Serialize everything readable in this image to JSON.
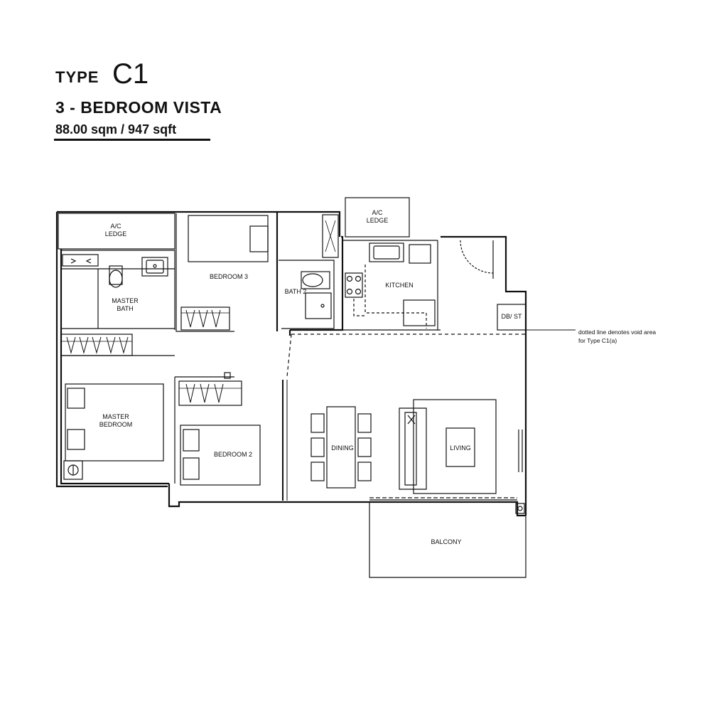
{
  "header": {
    "type_word": "TYPE",
    "type_code": "C1",
    "subtitle": "3 - BEDROOM VISTA",
    "area": "88.00 sqm / 947 sqft"
  },
  "rooms": {
    "ac_ledge_left": [
      "A/C",
      "LEDGE"
    ],
    "ac_ledge_top": [
      "A/C",
      "LEDGE"
    ],
    "master_bath": [
      "MASTER",
      "BATH"
    ],
    "bedroom_3": "BEDROOM 3",
    "bath_2": "BATH 2",
    "kitchen": "KITCHEN",
    "db_st": "DB/ ST",
    "master_bedroom": [
      "MASTER",
      "BEDROOM"
    ],
    "bedroom_2": "BEDROOM 2",
    "dining": "DINING",
    "living": "LIVING",
    "balcony": "BALCONY"
  },
  "annotation": {
    "line1": "dotted line denotes void area",
    "line2": "for Type C1(a)"
  }
}
